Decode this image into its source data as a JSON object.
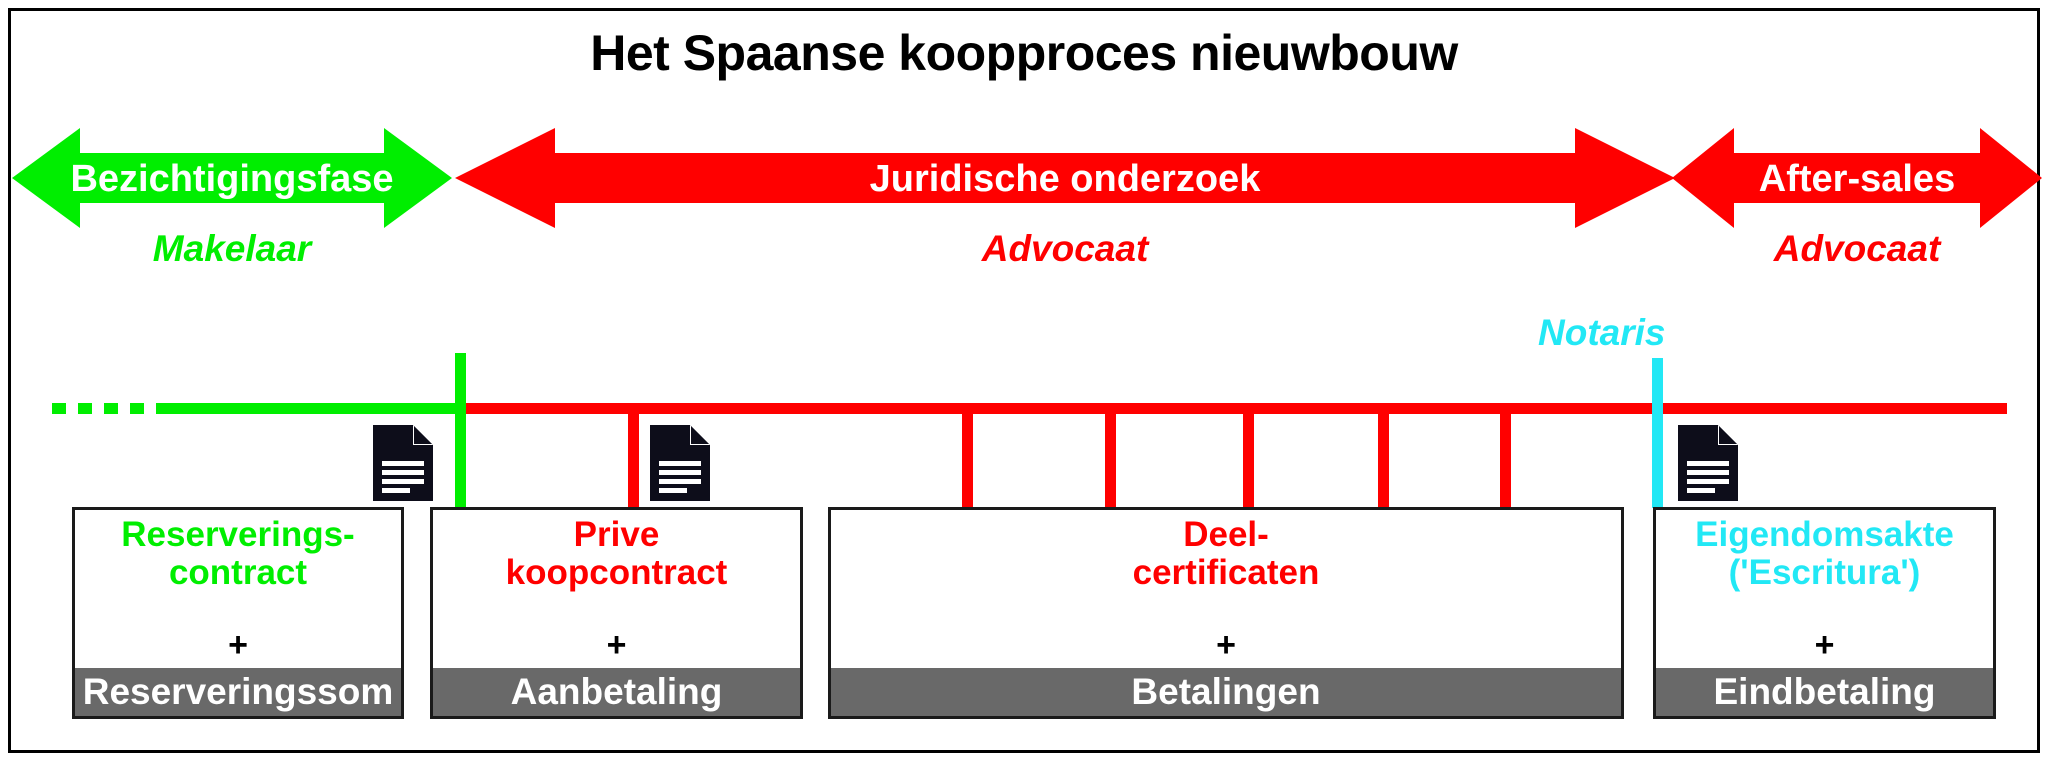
{
  "title": "Het Spaanse koopproces nieuwbouw",
  "colors": {
    "green": "#00ee00",
    "red": "#ff0000",
    "cyan": "#22e8f5",
    "grey": "#696969",
    "black": "#000000",
    "white": "#ffffff"
  },
  "phases": [
    {
      "label": "Bezichtigingsfase",
      "actor": "Makelaar",
      "color": "#00ee00",
      "direction": "double"
    },
    {
      "label": "Juridische onderzoek",
      "actor": "Advocaat",
      "color": "#ff0000",
      "direction": "double"
    },
    {
      "label": "After-sales",
      "actor": "Advocaat",
      "color": "#ff0000",
      "direction": "double"
    }
  ],
  "notary": {
    "label": "Notaris",
    "color": "#22e8f5"
  },
  "stages": [
    {
      "document": "Reserverings-\ncontract",
      "doc_color": "#00ee00",
      "connector": "+",
      "payment": "Reserveringssom",
      "icon": "document-icon"
    },
    {
      "document": "Prive\nkoopcontract",
      "doc_color": "#ff0000",
      "connector": "+",
      "payment": "Aanbetaling",
      "icon": "document-icon"
    },
    {
      "document": "Deel-\ncertificaten",
      "doc_color": "#ff0000",
      "connector": "+",
      "payment": "Betalingen",
      "icon": null
    },
    {
      "document": "Eigendomsakte\n('Escritura')",
      "doc_color": "#22e8f5",
      "connector": "+",
      "payment": "Eindbetaling",
      "icon": "document-icon"
    }
  ],
  "timeline": {
    "dashes": 5,
    "green_segment": "Bezichtigingsfase timeline",
    "red_segment": "Juridisch / after-sales timeline",
    "milestone_count": 9
  }
}
